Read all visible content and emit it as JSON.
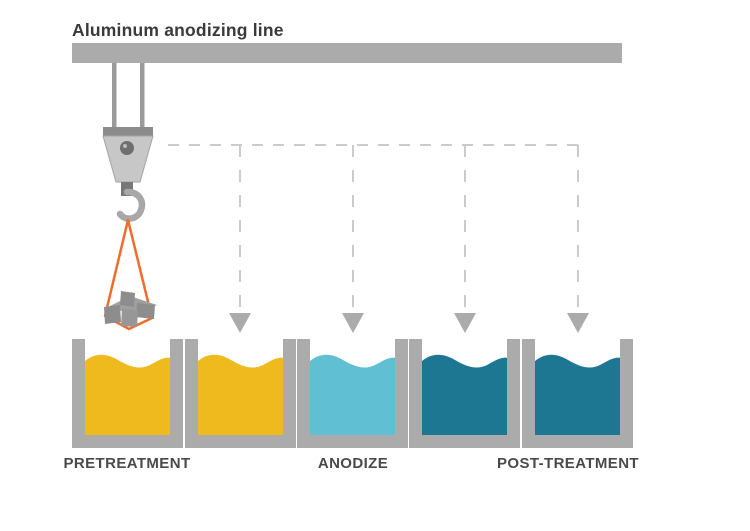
{
  "title": "Aluminum anodizing line",
  "stages": [
    {
      "label": "PRETREATMENT",
      "tank_count": 2,
      "color": "#EEBA1E"
    },
    {
      "label": "ANODIZE",
      "tank_count": 1,
      "color": "#60BFD3"
    },
    {
      "label": "POST-TREATMENT",
      "tank_count": 2,
      "color": "#1E7792"
    }
  ],
  "tanks": [
    {
      "stage": "PRETREATMENT",
      "color": "#EEBA1E"
    },
    {
      "stage": "PRETREATMENT",
      "color": "#EEBA1E"
    },
    {
      "stage": "ANODIZE",
      "color": "#60BFD3"
    },
    {
      "stage": "POST-TREATMENT",
      "color": "#1E7792"
    },
    {
      "stage": "POST-TREATMENT",
      "color": "#1E7792"
    }
  ],
  "icons": {
    "crane": "overhead-crane-hoist-icon",
    "hook": "crane-hook-icon",
    "sling": "orange-sling-icon",
    "load": "aluminum-parts-load-icon",
    "arrow": "down-arrow-icon"
  },
  "colors": {
    "rail_gray": "#ABABAB",
    "tank_wall_gray": "#ABABAB",
    "dashed_path_gray": "#CBCBCB",
    "arrow_gray": "#ABABAB",
    "sling_orange": "#F26B2A",
    "pretreatment_yellow": "#EEBA1E",
    "anodize_light_blue": "#60BFD3",
    "post_treatment_teal": "#1E7792",
    "text_dark": "#414042"
  }
}
